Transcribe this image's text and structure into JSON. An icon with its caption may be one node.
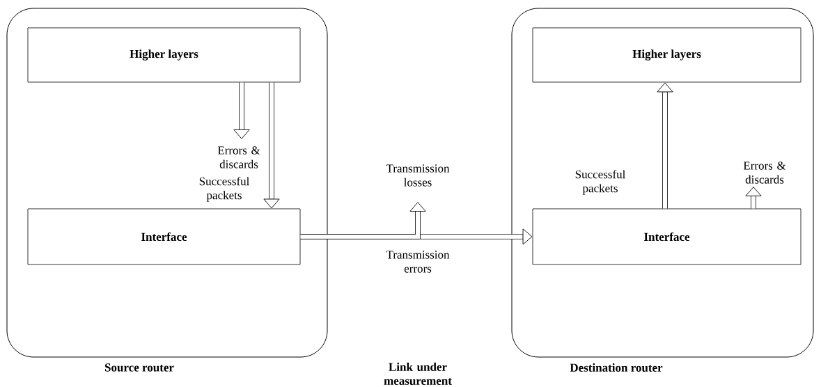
{
  "diagram": {
    "nodes": [
      {
        "text": [
          "Source router"
        ]
      },
      {
        "text": [
          "Higher layers"
        ],
        "in": 0
      },
      {
        "text": [
          "Interface"
        ],
        "in": 0
      },
      {
        "text": [
          "Destination router"
        ]
      },
      {
        "text": [
          "Higher layers"
        ],
        "in": 3
      },
      {
        "text": [
          "Interface"
        ],
        "in": 3
      }
    ],
    "edges": [
      {
        "from": 1,
        "to": 2,
        "arrow": "to",
        "label": "Successful packets"
      },
      {
        "from": 1,
        "to": null,
        "arrow": "to",
        "label": "Errors & discards"
      },
      {
        "from": 2,
        "to": 5,
        "arrow": "to",
        "label": "Transmission errors"
      },
      {
        "from": 2,
        "to": null,
        "arrow": "to",
        "label": "Transmission losses"
      },
      {
        "from": 5,
        "to": 4,
        "arrow": "to",
        "label": "Successful packets"
      },
      {
        "from": 5,
        "to": null,
        "arrow": "to",
        "label": "Errors & discards"
      }
    ],
    "labels": [
      "Link under measurement"
    ]
  }
}
